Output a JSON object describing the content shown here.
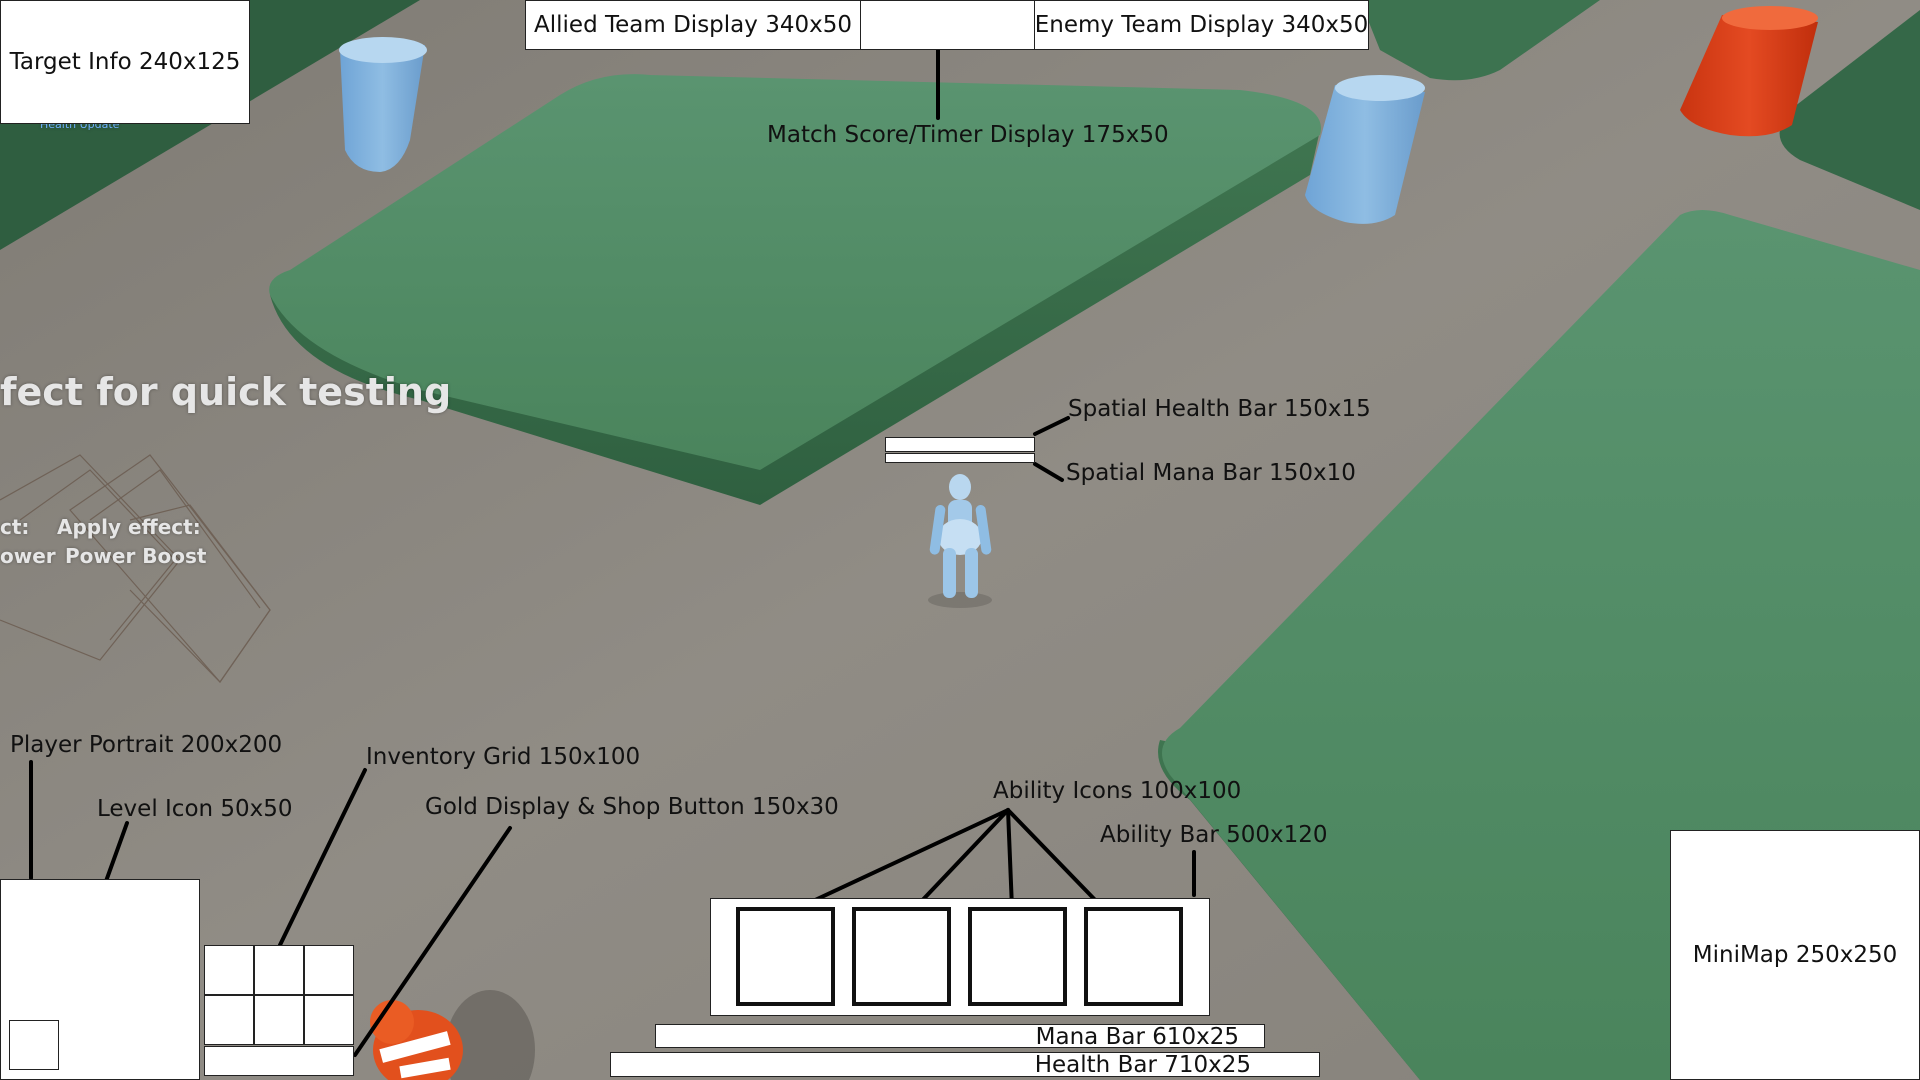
{
  "hud": {
    "target_info": "Target Info 240x125",
    "allied_team": "Allied Team Display 340x50",
    "enemy_team": "Enemy Team Display 340x50",
    "match_score": "Match Score/Timer Display 175x50",
    "spatial_health": "Spatial Health Bar 150x15",
    "spatial_mana": "Spatial Mana Bar 150x10",
    "player_portrait": "Player Portrait 200x200",
    "level_icon": "Level Icon 50x50",
    "inventory_grid": "Inventory Grid 150x100",
    "gold_shop": "Gold Display & Shop Button 150x30",
    "ability_icons": "Ability Icons 100x100",
    "ability_bar": "Ability Bar 500x120",
    "minimap": "MiniMap 250x250",
    "mana_bar": "Mana Bar 610x25",
    "health_bar": "Health Bar 710x25"
  },
  "world": {
    "health_update": "Health Update",
    "effect_text": "fect for quick testing",
    "pad1_line1": "ct:",
    "pad1_line2": "ower",
    "pad2_line1": "Apply effect:",
    "pad2_line2": "Power Boost"
  },
  "colors": {
    "floor": "#8a8680",
    "block_green": "#4e8a62",
    "cylinder_blue": "#8fbde3",
    "cylinder_red": "#e0441f",
    "character_blue": "#a9cdea",
    "hud_white": "#ffffff"
  }
}
